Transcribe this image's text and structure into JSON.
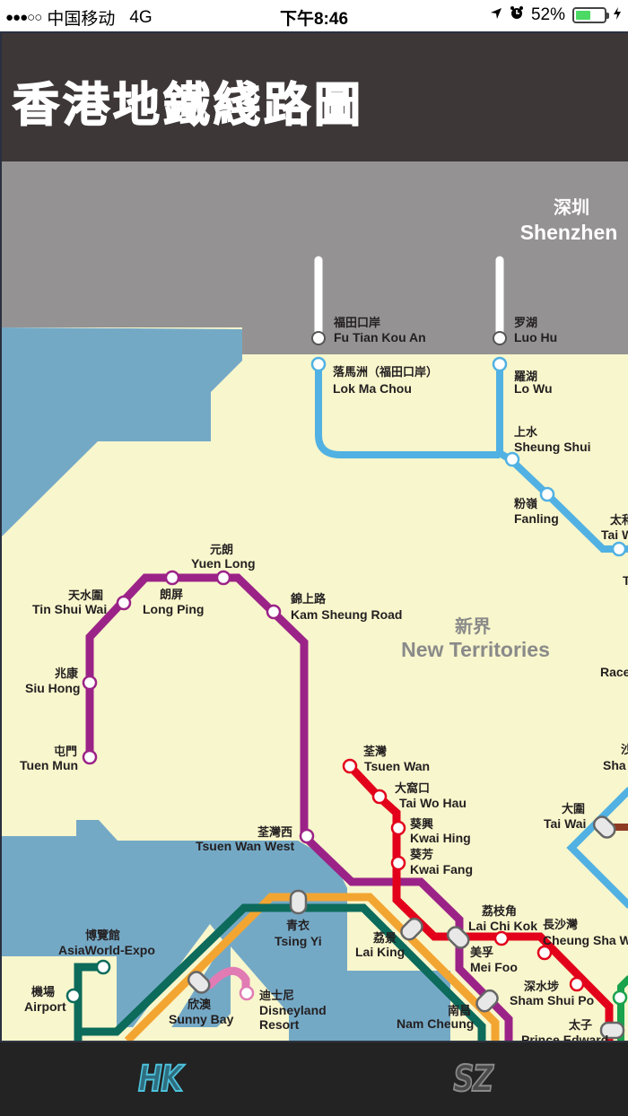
{
  "status_bar": {
    "signal": "●●●○○",
    "carrier": "中国移动",
    "network": "4G",
    "time": "下午8:46",
    "icons": [
      "location-arrow-icon",
      "alarm-clock-icon"
    ],
    "battery_percent": "52%",
    "battery_level": 52,
    "charging_icon": "⚡"
  },
  "header": {
    "title": "香港地鐵綫路圖"
  },
  "map": {
    "colors": {
      "land": "#f8f6cc",
      "water": "#74a9c6",
      "shenzhen": "#959293",
      "east_rail": "#51b1e3",
      "west_rail": "#9b2387",
      "tsuen_wan": "#e2001b",
      "tung_chung": "#0c6b5b",
      "airport_express": "#f3a532",
      "disneyland": "#e17bb4",
      "kwun_tong": "#1aa24d",
      "ma_on_shan": "#8e3b24",
      "interchange": "#e8e8e8"
    },
    "regions": [
      {
        "cn": "深圳",
        "en": "Shenzhen"
      },
      {
        "cn": "新界",
        "en": "New Territories"
      }
    ],
    "stations": [
      {
        "cn": "福田口岸",
        "en": "Fu Tian Kou An"
      },
      {
        "cn": "罗湖",
        "en": "Luo Hu"
      },
      {
        "cn": "落馬洲（福田口岸）",
        "en": "Lok Ma Chou"
      },
      {
        "cn": "羅湖",
        "en": "Lo Wu"
      },
      {
        "cn": "上水",
        "en": "Sheung Shui"
      },
      {
        "cn": "粉嶺",
        "en": "Fanling"
      },
      {
        "cn": "太和",
        "en": "Tai Wo"
      },
      {
        "cn": "",
        "en": "T"
      },
      {
        "cn": "",
        "en": "Race"
      },
      {
        "cn": "沙",
        "en": "Sha"
      },
      {
        "cn": "大圍",
        "en": "Tai Wai"
      },
      {
        "cn": "元朗",
        "en": "Yuen Long"
      },
      {
        "cn": "天水圍",
        "en": "Tin Shui Wai"
      },
      {
        "cn": "朗屏",
        "en": "Long Ping"
      },
      {
        "cn": "錦上路",
        "en": "Kam Sheung Road"
      },
      {
        "cn": "兆康",
        "en": "Siu Hong"
      },
      {
        "cn": "屯門",
        "en": "Tuen Mun"
      },
      {
        "cn": "荃灣",
        "en": "Tsuen Wan"
      },
      {
        "cn": "大窩口",
        "en": "Tai Wo Hau"
      },
      {
        "cn": "葵興",
        "en": "Kwai Hing"
      },
      {
        "cn": "葵芳",
        "en": "Kwai Fang"
      },
      {
        "cn": "荃灣西",
        "en": "Tsuen Wan West"
      },
      {
        "cn": "青衣",
        "en": "Tsing Yi"
      },
      {
        "cn": "荔景",
        "en": "Lai King"
      },
      {
        "cn": "荔枝角",
        "en": "Lai Chi Kok"
      },
      {
        "cn": "長沙灣",
        "en": "Cheung Sha W"
      },
      {
        "cn": "美孚",
        "en": "Mei Foo"
      },
      {
        "cn": "深水埗",
        "en": "Sham Shui Po"
      },
      {
        "cn": "太子",
        "en": "Prince Edward"
      },
      {
        "cn": "南昌",
        "en": "Nam Cheung"
      },
      {
        "cn": "博覽館",
        "en": "AsiaWorld-Expo"
      },
      {
        "cn": "機場",
        "en": "Airport"
      },
      {
        "cn": "欣澳",
        "en": "Sunny Bay"
      },
      {
        "cn": "迪士尼",
        "en": "Disneyland"
      },
      {
        "cn": "",
        "en": "Resort"
      }
    ]
  },
  "tab_bar": {
    "tabs": [
      {
        "label": "HK",
        "active": true
      },
      {
        "label": "SZ",
        "active": false
      }
    ]
  }
}
